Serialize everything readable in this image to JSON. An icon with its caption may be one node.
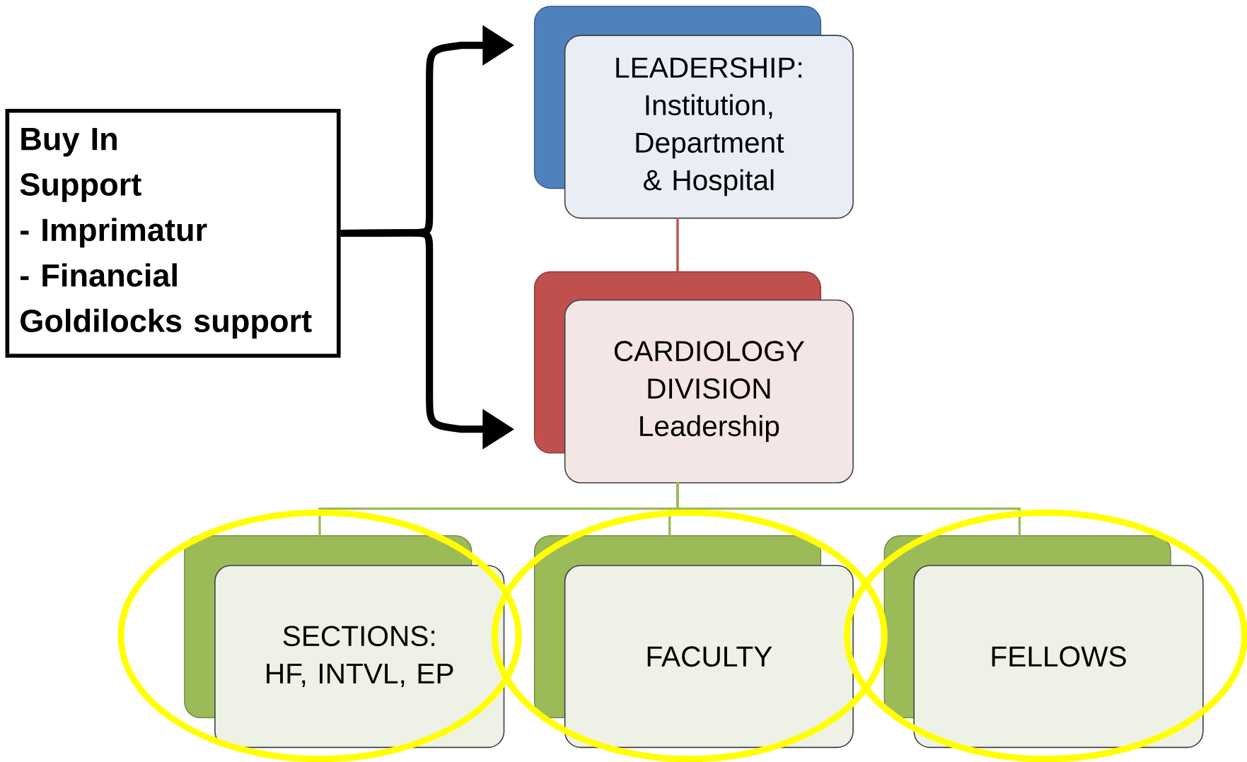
{
  "diagram": {
    "nodes": [
      {
        "text": [
          "Buy In",
          "Support",
          "- Imprimatur",
          "- Financial",
          "Goldilocks support"
        ]
      },
      {
        "text": [
          "LEADERSHIP: Institution, Department & Hospital"
        ]
      },
      {
        "text": [
          "CARDIOLOGY DIVISION Leadership"
        ]
      },
      {
        "text": [
          "SECTIONS: HF, INTVL, EP"
        ]
      },
      {
        "text": [
          "FACULTY"
        ]
      },
      {
        "text": [
          "FELLOWS"
        ]
      }
    ],
    "edges": [
      {
        "from": 0,
        "to": 1,
        "arrow": "to",
        "style": "thick",
        "color": "#000000"
      },
      {
        "from": 0,
        "to": 2,
        "arrow": "to",
        "style": "thick",
        "color": "#000000"
      },
      {
        "from": 1,
        "to": 2,
        "arrow": "none",
        "color": "#c0504d"
      },
      {
        "from": 2,
        "to": 3,
        "arrow": "none",
        "color": "#9bbb59"
      },
      {
        "from": 2,
        "to": 4,
        "arrow": "none",
        "color": "#9bbb59"
      },
      {
        "from": 2,
        "to": 5,
        "arrow": "none",
        "color": "#9bbb59"
      }
    ]
  }
}
